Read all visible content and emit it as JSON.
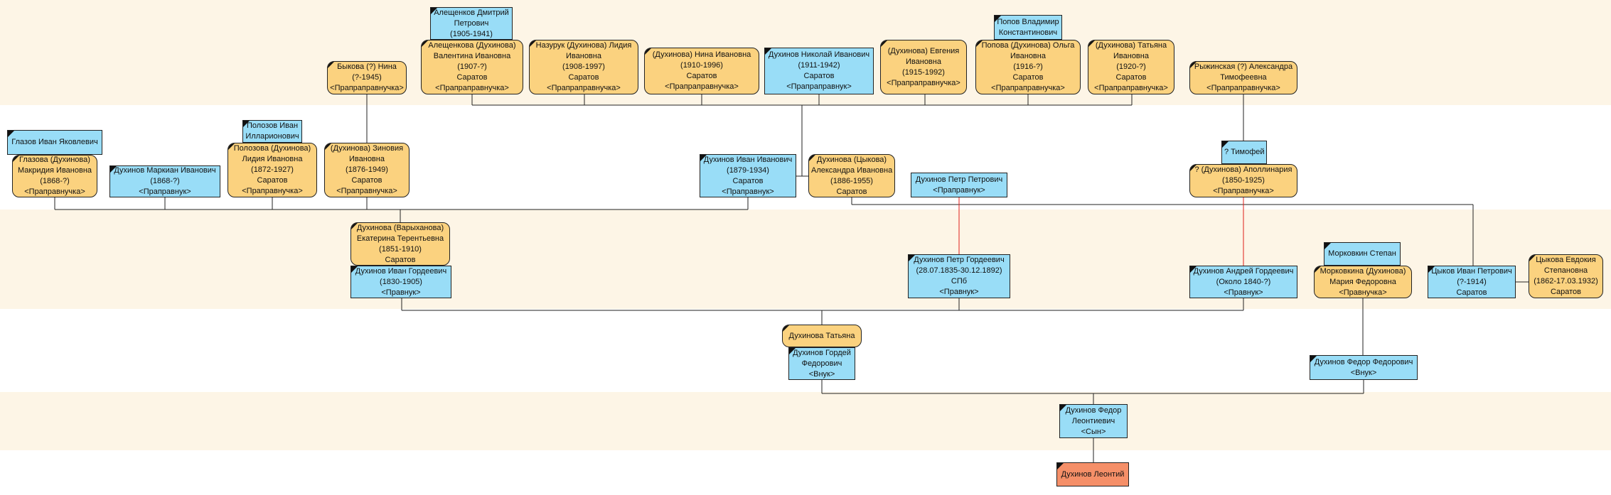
{
  "persons": [
    {
      "id": "alesh_dm",
      "sex": "m",
      "lines": [
        "Алещенков Дмитрий",
        "Петрович",
        "(1905-1941)"
      ]
    },
    {
      "id": "popov_vl",
      "sex": "m",
      "lines": [
        "Попов Владимир",
        "Константинович"
      ]
    },
    {
      "id": "bykova",
      "sex": "f",
      "lines": [
        "Быкова (?) Нина",
        "(?-1945)",
        "<Прапраправнучка>"
      ]
    },
    {
      "id": "aleshenkova",
      "sex": "f",
      "lines": [
        "Алещенкова (Духинова)",
        "Валентина Ивановна",
        "(1907-?)",
        "Саратов",
        "<Прапраправнучка>"
      ]
    },
    {
      "id": "nazuruk",
      "sex": "f",
      "lines": [
        "Назурук (Духинова) Лидия",
        "Ивановна",
        "(1908-1997)",
        "Саратов",
        "<Прапраправнучка>"
      ]
    },
    {
      "id": "nina_iv",
      "sex": "f",
      "lines": [
        "(Духинова) Нина Ивановна",
        "(1910-1996)",
        "Саратов",
        "<Прапраправнучка>"
      ]
    },
    {
      "id": "nikolai",
      "sex": "m",
      "lines": [
        "Духинов Николай Иванович",
        "(1911-1942)",
        "Саратов",
        "<Прапраправнук>"
      ]
    },
    {
      "id": "evgenia",
      "sex": "f",
      "lines": [
        "(Духинова) Евгения",
        "Ивановна",
        "(1915-1992)",
        "<Прапраправнучка>"
      ]
    },
    {
      "id": "popova",
      "sex": "f",
      "lines": [
        "Попова (Духинова) Ольга",
        "Ивановна",
        "(1916-?)",
        "Саратов",
        "<Прапраправнучка>"
      ]
    },
    {
      "id": "tatiana_iv",
      "sex": "f",
      "lines": [
        "(Духинова) Татьяна",
        "Ивановна",
        "(1920-?)",
        "Саратов",
        "<Прапраправнучка>"
      ]
    },
    {
      "id": "ryzhinskaya",
      "sex": "f",
      "lines": [
        "Рыжинская (?) Александра",
        "Тимофеевна",
        "<Прапраправнучка>"
      ]
    },
    {
      "id": "glazov",
      "sex": "m",
      "lines": [
        "Глазов Иван Яковлевич"
      ]
    },
    {
      "id": "polozov",
      "sex": "m",
      "lines": [
        "Полозов Иван",
        "Илларионович"
      ]
    },
    {
      "id": "glazova",
      "sex": "f",
      "lines": [
        "Глазова (Духинова)",
        "Макридия Ивановна",
        "(1868-?)",
        "<Праправнучка>"
      ]
    },
    {
      "id": "markian",
      "sex": "m",
      "lines": [
        "Духинов Маркиан Иванович",
        "(1868-?)",
        "<Праправнук>"
      ]
    },
    {
      "id": "polozova",
      "sex": "f",
      "lines": [
        "Полозова (Духинова)",
        "Лидия Ивановна",
        "(1872-1927)",
        "Саратов",
        "<Праправнучка>"
      ]
    },
    {
      "id": "zinovia",
      "sex": "f",
      "lines": [
        "(Духинова) Зиновия",
        "Ивановна",
        "(1876-1949)",
        "Саратов",
        "<Праправнучка>"
      ]
    },
    {
      "id": "ivan_iv",
      "sex": "m",
      "lines": [
        "Духинов Иван Иванович",
        "(1879-1934)",
        "Саратов",
        "<Праправнук>"
      ]
    },
    {
      "id": "tsykova_al",
      "sex": "f",
      "lines": [
        "Духинова (Цыкова)",
        "Александра Ивановна",
        "(1886-1955)",
        "Саратов"
      ]
    },
    {
      "id": "petr_petr",
      "sex": "m",
      "lines": [
        "Духинов Петр Петрович",
        "<Праправнук>"
      ]
    },
    {
      "id": "timofei",
      "sex": "m",
      "lines": [
        "? Тимофей"
      ]
    },
    {
      "id": "apollinaria",
      "sex": "f",
      "lines": [
        "? (Духинова) Аполлинария",
        "(1850-1925)",
        "<Праправнучка>"
      ]
    },
    {
      "id": "varykhanova",
      "sex": "f",
      "lines": [
        "Духинова (Варыханова)",
        "Екатерина Терентьевна",
        "(1851-1910)",
        "Саратов"
      ]
    },
    {
      "id": "ivan_gord",
      "sex": "m",
      "lines": [
        "Духинов Иван Гордеевич",
        "(1830-1905)",
        "<Правнук>"
      ]
    },
    {
      "id": "petr_gord",
      "sex": "m",
      "lines": [
        "Духинов Петр Гордеевич",
        "(28.07.1835-30.12.1892)",
        "СПб",
        "<Правнук>"
      ]
    },
    {
      "id": "andrei",
      "sex": "m",
      "lines": [
        "Духинов Андрей Гордеевич",
        "(Около 1840-?)",
        "<Правнук>"
      ]
    },
    {
      "id": "morkovkin",
      "sex": "m",
      "lines": [
        "Морковкин Степан"
      ]
    },
    {
      "id": "morkovkina",
      "sex": "f",
      "lines": [
        "Морковкина (Духинова)",
        "Мария Федоровна",
        "<Правнучка>"
      ]
    },
    {
      "id": "tsykov",
      "sex": "m",
      "lines": [
        "Цыков Иван Петрович",
        "(?-1914)",
        "Саратов"
      ]
    },
    {
      "id": "tsykova_ev",
      "sex": "f",
      "lines": [
        "Цыкова Евдокия",
        "Степановна",
        "(1862-17.03.1932)",
        "Саратов"
      ]
    },
    {
      "id": "tatiana",
      "sex": "f",
      "lines": [
        "Духинова Татьяна"
      ]
    },
    {
      "id": "gordei",
      "sex": "m",
      "lines": [
        "Духинов Гордей",
        "Федорович",
        "<Внук>"
      ]
    },
    {
      "id": "fedor_fed",
      "sex": "m",
      "lines": [
        "Духинов Федор Федорович",
        "<Внук>"
      ]
    },
    {
      "id": "fedor_leont",
      "sex": "m",
      "lines": [
        "Духинов Федор",
        "Леонтиевич",
        "<Сын>"
      ]
    },
    {
      "id": "leontii",
      "sex": "root",
      "lines": [
        "Духинов Леонтий"
      ]
    }
  ],
  "colors": {
    "male": "#99ddf7",
    "female": "#fbd27f",
    "root": "#f58f68",
    "band": "#fdf5e6",
    "link": "#222222",
    "highlight": "#e0201b"
  }
}
